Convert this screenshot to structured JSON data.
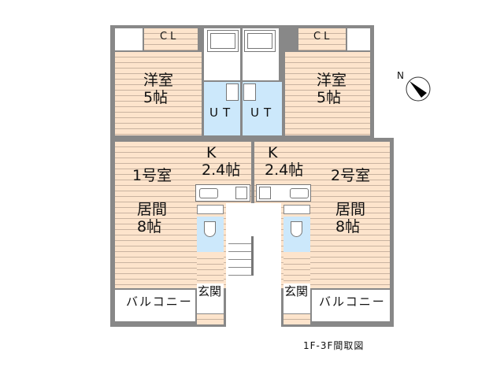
{
  "floorplan": {
    "caption": "1F-3F間取図",
    "compass": {
      "label": "N",
      "icon": "north-arrow-icon"
    },
    "colors": {
      "wood": "#fde4cc",
      "wood_line": "#c9b3a0",
      "wet_area": "#cce8fb",
      "wall": "#888888"
    },
    "units": [
      {
        "name": "1号室",
        "western_room": {
          "label": "洋室",
          "size": "5帖"
        },
        "closet": "CL",
        "utility": "UT",
        "kitchen": {
          "label": "K",
          "size": "2.4帖"
        },
        "living": {
          "label": "居間",
          "size": "8帖"
        },
        "entrance": "玄関",
        "balcony": "バルコニー"
      },
      {
        "name": "2号室",
        "western_room": {
          "label": "洋室",
          "size": "5帖"
        },
        "closet": "CL",
        "utility": "UT",
        "kitchen": {
          "label": "K",
          "size": "2.4帖"
        },
        "living": {
          "label": "居間",
          "size": "8帖"
        },
        "entrance": "玄関",
        "balcony": "バルコニー"
      }
    ]
  }
}
